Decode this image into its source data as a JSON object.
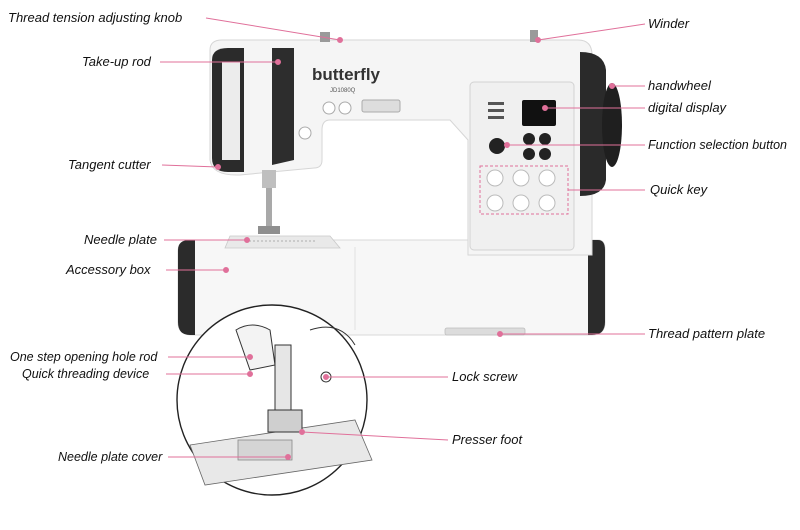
{
  "machine": {
    "brand": "butterfly",
    "model": "JD1080Q"
  },
  "labels": {
    "thread_tension_knob": "Thread tension adjusting knob",
    "take_up_rod": "Take-up rod",
    "tangent_cutter": "Tangent cutter",
    "needle_plate": "Needle plate",
    "accessory_box": "Accessory box",
    "one_step_hole_rod": "One step opening hole rod",
    "quick_threading": "Quick threading device",
    "needle_plate_cover": "Needle plate cover",
    "winder": "Winder",
    "handwheel": "handwheel",
    "digital_display": "digital display",
    "function_button": "Function selection button",
    "quick_key": "Quick key",
    "thread_pattern_plate": "Thread pattern plate",
    "lock_screw": "Lock screw",
    "presser_foot": "Presser foot"
  },
  "colors": {
    "leader_line": "#e0709a",
    "body": "#f6f6f6",
    "dark_trim": "#2b2b2b",
    "display": "#111111"
  },
  "icons": {
    "quick_keys": [
      "straight-stitch-icon",
      "zigzag-stitch-icon",
      "stretch-stitch-icon",
      "buttonhole-icon",
      "bar-tack-icon",
      "blind-stitch-icon"
    ]
  }
}
